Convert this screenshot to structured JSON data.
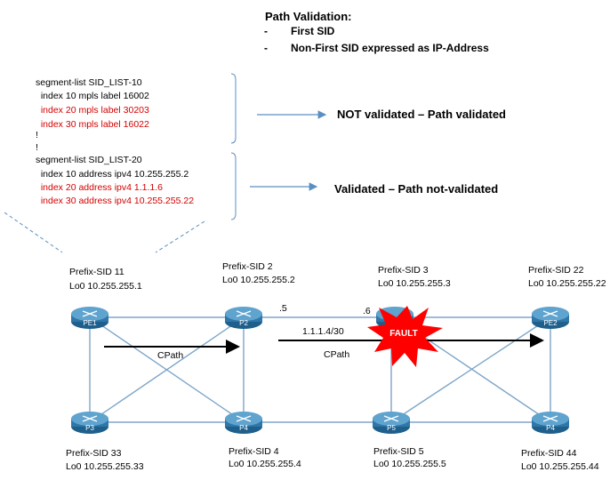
{
  "header": {
    "title": "Path Validation:",
    "bullets": [
      "First SID",
      "Non-First SID expressed as IP-Address"
    ],
    "bullet_marker": "-"
  },
  "config": {
    "lines": [
      {
        "text": "segment-list SID_LIST-10",
        "color": "#000000"
      },
      {
        "text": "  index 10 mpls label 16002",
        "color": "#000000"
      },
      {
        "text": "  index 20 mpls label 30203",
        "color": "#d40000"
      },
      {
        "text": "  index 30 mpls label 16022",
        "color": "#d40000"
      },
      {
        "text": "!",
        "color": "#000000"
      },
      {
        "text": "!",
        "color": "#000000"
      },
      {
        "text": "segment-list SID_LIST-20",
        "color": "#000000"
      },
      {
        "text": "  index 10 address ipv4 10.255.255.2",
        "color": "#000000"
      },
      {
        "text": "  index 20 address ipv4 1.1.1.6",
        "color": "#d40000"
      },
      {
        "text": "  index 30 address ipv4 10.255.255.22",
        "color": "#d40000"
      }
    ]
  },
  "results": {
    "list10": "NOT validated – Path validated",
    "list20": "Validated – Path not-validated"
  },
  "nodes": [
    {
      "id": "PE1",
      "label": "PE1",
      "sid": "Prefix-SID 11",
      "lo0": "Lo0 10.255.255.1"
    },
    {
      "id": "P2",
      "label": "P2",
      "sid": "Prefix-SID 2",
      "lo0": "Lo0 10.255.255.2"
    },
    {
      "id": "P3top",
      "label": "P3",
      "sid": "Prefix-SID 3",
      "lo0": "Lo0 10.255.255.3"
    },
    {
      "id": "PE2",
      "label": "PE2",
      "sid": "Prefix-SID 22",
      "lo0": "Lo0 10.255.255.22"
    },
    {
      "id": "P3",
      "label": "P3",
      "sid": "Prefix-SID 33",
      "lo0": "Lo0 10.255.255.33"
    },
    {
      "id": "P4",
      "label": "P4",
      "sid": "Prefix-SID 4",
      "lo0": "Lo0 10.255.255.4"
    },
    {
      "id": "P5",
      "label": "P5",
      "sid": "Prefix-SID 5",
      "lo0": "Lo0 10.255.255.5"
    },
    {
      "id": "P4r",
      "label": "P4",
      "sid": "Prefix-SID 44",
      "lo0": "Lo0 10.255.255.44"
    }
  ],
  "link_labels": {
    "left_if": ".5",
    "right_if": ".6",
    "subnet": "1.1.1.4/30"
  },
  "paths": {
    "cpath1": "CPath",
    "cpath2": "CPath"
  },
  "fault": {
    "label": "FAULT",
    "color": "#ff0000"
  },
  "colors": {
    "router_fill": "#2f77a8",
    "router_top": "#5fa3cf",
    "link": "#7ea6c8",
    "dash": "#5b8fc2",
    "config_red": "#d40000"
  }
}
